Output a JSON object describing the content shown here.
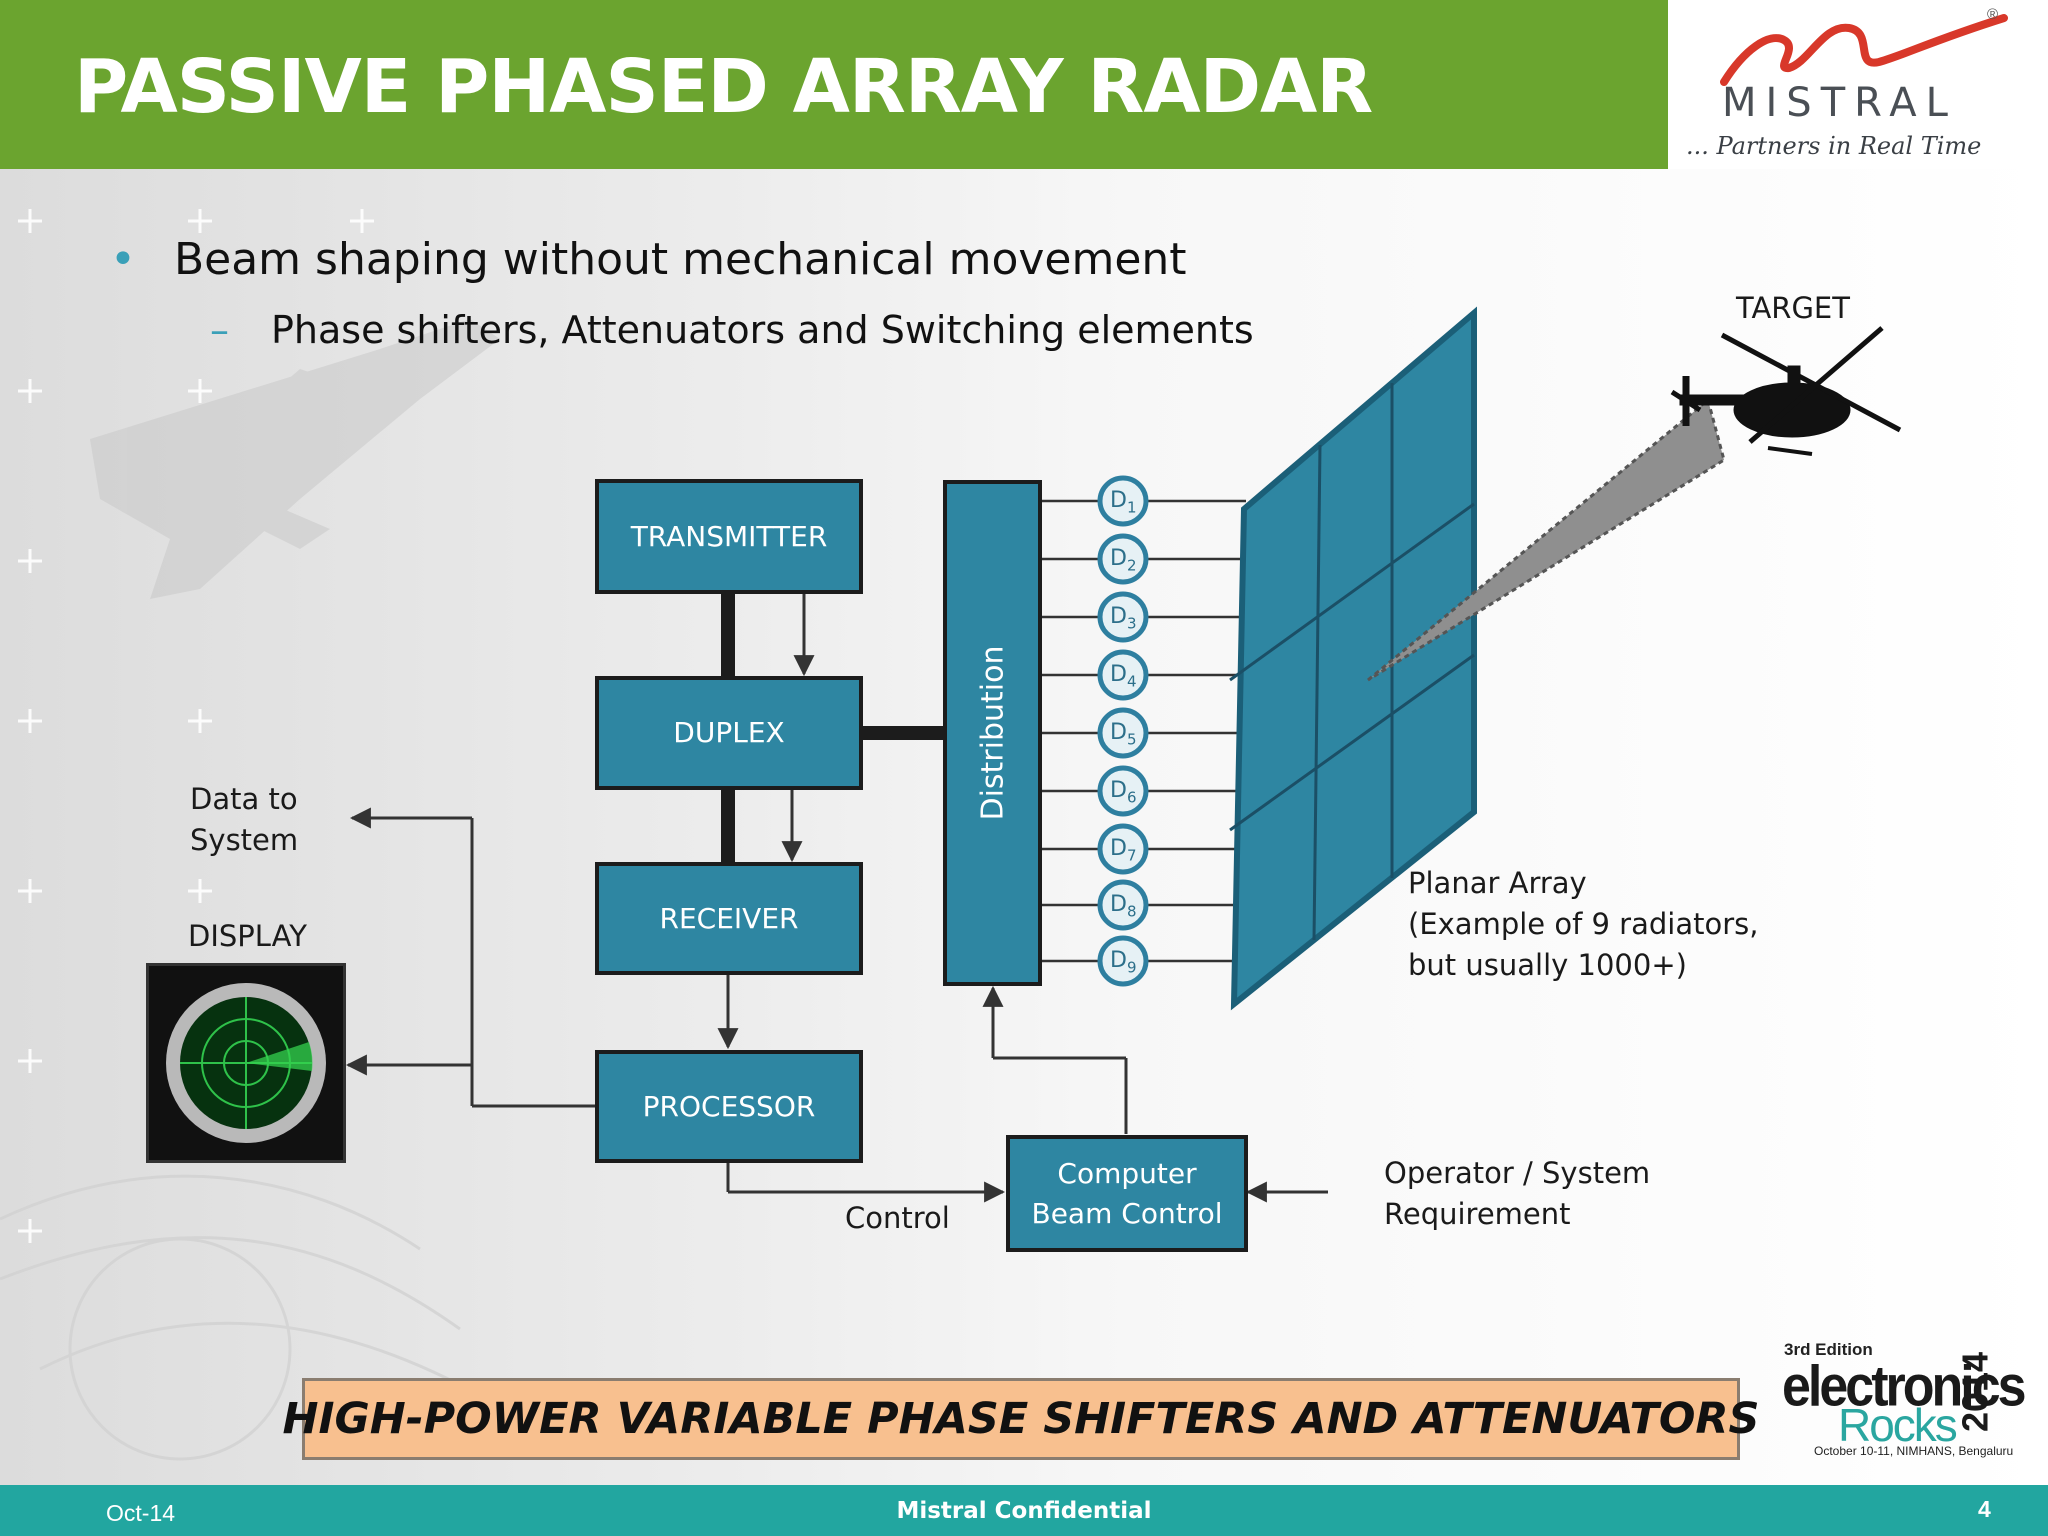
{
  "slide": {
    "title": "PASSIVE PHASED ARRAY RADAR",
    "logo": {
      "name": "MISTRAL",
      "tagline": "... Partners in Real Time",
      "registered": "®"
    },
    "bullets": {
      "level1": "Beam shaping without mechanical movement",
      "level2": "Phase shifters, Attenuators and Switching elements"
    },
    "diagram": {
      "blocks": {
        "transmitter": "TRANSMITTER",
        "duplex": "DUPLEX",
        "receiver": "RECEIVER",
        "processor": "PROCESSOR",
        "distribution": "Distribution",
        "beam_control_line1": "Computer",
        "beam_control_line2": "Beam Control"
      },
      "labels": {
        "target": "TARGET",
        "data_line1": "Data to",
        "data_line2": "System",
        "display": "DISPLAY",
        "control": "Control",
        "operator_line1": "Operator / System",
        "operator_line2": "Requirement",
        "planar_line1": "Planar Array",
        "planar_line2": "(Example of 9 radiators,",
        "planar_line3": "but usually 1000+)"
      },
      "phase_shifters": {
        "prefix": "D",
        "subscripts": [
          "1",
          "2",
          "3",
          "4",
          "5",
          "6",
          "7",
          "8",
          "9"
        ]
      }
    },
    "banner": "HIGH-POWER VARIABLE PHASE SHIFTERS AND ATTENUATORS",
    "event_logo": {
      "edition": "3rd Edition",
      "word1": "electronics",
      "word2": "Rocks",
      "year": "2014",
      "details": "October 10-11, NIMHANS, Bengaluru"
    },
    "footer": {
      "date": "Oct-14",
      "confidential": "Mistral Confidential",
      "page": "4"
    },
    "colors": {
      "header_green": "#6ba42f",
      "block_teal": "#2e86a2",
      "footer_teal": "#22a6a0",
      "banner_orange": "#f8c08f"
    }
  }
}
